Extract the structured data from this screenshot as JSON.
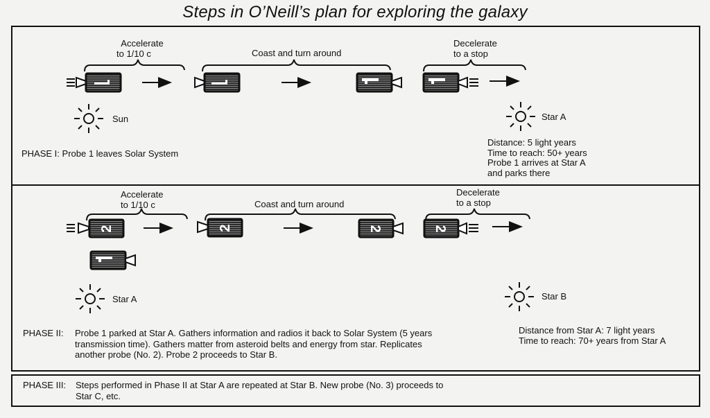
{
  "title": "Steps in O’Neill’s plan for exploring the galaxy",
  "phase1": {
    "stage_labels": {
      "accelerate": [
        "Accelerate",
        "to 1/10 c"
      ],
      "coast": "Coast and turn around",
      "decelerate": [
        "Decelerate",
        "to a stop"
      ]
    },
    "probe_number": "1",
    "origin_star": "Sun",
    "target_star": "Star A",
    "target_info": [
      "Distance: 5 light years",
      "Time to reach: 50+ years",
      "Probe 1 arrives at Star A",
      "and parks there"
    ],
    "caption": "PHASE I: Probe 1 leaves Solar System"
  },
  "phase2": {
    "stage_labels": {
      "accelerate": [
        "Accelerate",
        "to 1/10 c"
      ],
      "coast": "Coast and turn around",
      "decelerate": [
        "Decelerate",
        "to a stop"
      ]
    },
    "probe_number": "2",
    "parked_probe_number": "1",
    "origin_star": "Star A",
    "target_star": "Star B",
    "target_info": [
      "Distance from Star A: 7 light years",
      "Time to reach: 70+ years from Star A"
    ],
    "caption_tag": "PHASE II:",
    "caption_lines": [
      "Probe 1 parked at Star A. Gathers information and radios it back to Solar System (5 years",
      "transmission time). Gathers matter from asteroid belts and energy from star. Replicates",
      "another probe (No. 2). Probe 2 proceeds to Star B."
    ]
  },
  "phase3": {
    "caption_tag": "PHASE III:",
    "caption_lines": [
      "Steps performed in Phase II at Star A are repeated at Star B. New probe (No. 3) proceeds to",
      "Star C, etc."
    ]
  },
  "colors": {
    "ink": "#111111",
    "paper": "#f3f3f1"
  }
}
